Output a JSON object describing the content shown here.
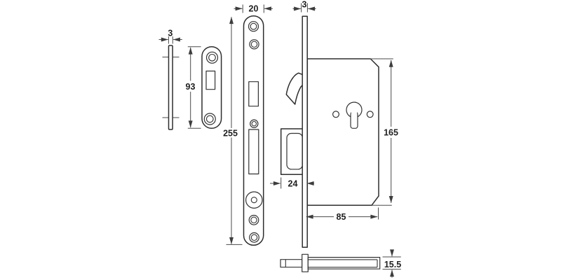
{
  "drawing": {
    "kind": "technical-drawing",
    "subject": "sliding-door hook bolt mortise lock with strike plate, faceplate and spindle",
    "colors": {
      "background": "#ffffff",
      "object_line": "#2e2e2e",
      "dimension_line": "#4a4a4a",
      "text": "#1f1f1f"
    },
    "dimensions": {
      "strike_plate_thickness": "3",
      "strike_plate_height": "93",
      "faceplate_width": "20",
      "faceplate_length": "255",
      "case_faceplate_thickness": "3",
      "case_height": "165",
      "bolt_projection": "24",
      "case_depth": "85",
      "spindle_height": "15.5"
    }
  }
}
